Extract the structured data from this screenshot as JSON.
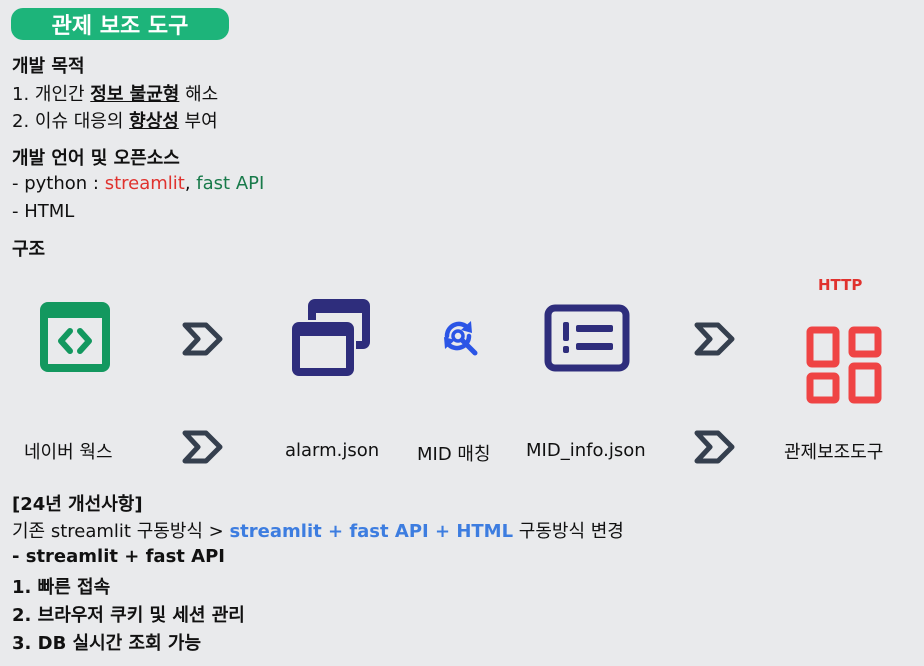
{
  "badge": "관제 보조 도구",
  "purpose": {
    "heading": "개발 목적",
    "item1_pre": "1. 개인간 ",
    "item1_em": "정보 불균형",
    "item1_post": " 해소",
    "item2_pre": "2. 이슈 대응의 ",
    "item2_em": "향상성",
    "item2_post": " 부여"
  },
  "lang": {
    "heading": "개발 언어 및 오픈소스",
    "python_pre": "- python : ",
    "streamlit": "streamlit",
    "comma": ", ",
    "fastapi": "fast API",
    "html": "- HTML"
  },
  "structure": {
    "heading": "구조",
    "http_label": "HTTP",
    "captions": {
      "works": "네이버 웍스",
      "alarm": "alarm.json",
      "mid": "MID 매칭",
      "mid_info": "MID_info.json",
      "tool": "관제보조도구"
    },
    "icons": [
      "code-window-icon",
      "chevron-right-icon",
      "windows-icon",
      "sync-search-icon",
      "info-list-icon",
      "chevron-right-icon",
      "dashboard-grid-icon"
    ],
    "colors": {
      "green": "#13985f",
      "navy": "#2e2d7c",
      "blue": "#2b55e6",
      "red": "#ef4444",
      "slate": "#353f4e"
    }
  },
  "changes": {
    "heading": "[24년 개선사항]",
    "line1_pre": "기존 streamlit 구동방식 > ",
    "line1_em": "streamlit + fast API + HTML",
    "line1_post": " 구동방식 변경",
    "item0": "- streamlit + fast API",
    "item1": "1. 빠른 접속",
    "item2": "2. 브라우저 쿠키 및 세션 관리",
    "item3": "3. DB 실시간 조회 가능"
  }
}
